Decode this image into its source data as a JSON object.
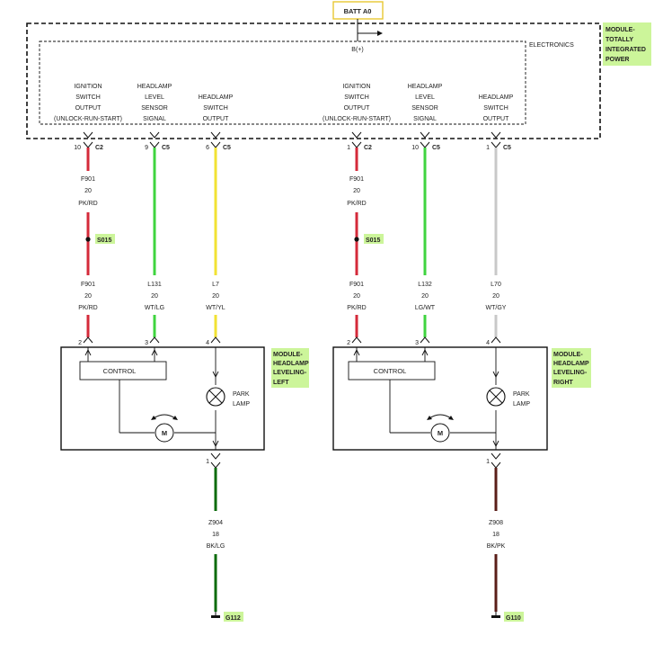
{
  "batt": "BATT A0",
  "bplus": "B(+)",
  "electronics": "ELECTRONICS",
  "module_tip": {
    "line1": "MODULE-",
    "line2": "TOTALLY",
    "line3": "INTEGRATED",
    "line4": "POWER"
  },
  "colors": {
    "red": "#d42a3a",
    "green": "#3fd43f",
    "yellow": "#f2e233",
    "gray": "#c8c8c8",
    "darkgreen": "#0b6b0b",
    "brown": "#5a1e18",
    "highlight": "#ccf59a",
    "battbox": "#e8c832",
    "black": "#111111"
  },
  "tip_signals": {
    "left": [
      {
        "l1": "IGNITION",
        "l2": "SWITCH",
        "l3": "OUTPUT",
        "l4": "(UNLOCK-RUN-START)"
      },
      {
        "l1": "HEADLAMP",
        "l2": "LEVEL",
        "l3": "SENSOR",
        "l4": "SIGNAL"
      },
      {
        "l1": "HEADLAMP",
        "l2": "SWITCH",
        "l3": "OUTPUT",
        "l4": ""
      }
    ],
    "right": [
      {
        "l1": "IGNITION",
        "l2": "SWITCH",
        "l3": "OUTPUT",
        "l4": "(UNLOCK-RUN-START)"
      },
      {
        "l1": "HEADLAMP",
        "l2": "LEVEL",
        "l3": "SENSOR",
        "l4": "SIGNAL"
      },
      {
        "l1": "HEADLAMP",
        "l2": "SWITCH",
        "l3": "OUTPUT",
        "l4": ""
      }
    ]
  },
  "connectors": {
    "left": [
      {
        "pin": "10",
        "conn": "C2"
      },
      {
        "pin": "9",
        "conn": "C5"
      },
      {
        "pin": "6",
        "conn": "C5"
      }
    ],
    "right": [
      {
        "pin": "1",
        "conn": "C2"
      },
      {
        "pin": "10",
        "conn": "C5"
      },
      {
        "pin": "1",
        "conn": "C5"
      }
    ]
  },
  "wires_upper": {
    "left": [
      {
        "circuit": "F901",
        "gauge": "20",
        "color": "PK/RD"
      }
    ],
    "right": [
      {
        "circuit": "F901",
        "gauge": "20",
        "color": "PK/RD"
      }
    ]
  },
  "splices": {
    "left": "S015",
    "right": "S015"
  },
  "wires_lower": {
    "left": [
      {
        "circuit": "F901",
        "gauge": "20",
        "color": "PK/RD"
      },
      {
        "circuit": "L131",
        "gauge": "20",
        "color": "WT/LG"
      },
      {
        "circuit": "L7",
        "gauge": "20",
        "color": "WT/YL"
      }
    ],
    "right": [
      {
        "circuit": "F901",
        "gauge": "20",
        "color": "PK/RD"
      },
      {
        "circuit": "L132",
        "gauge": "20",
        "color": "LG/WT"
      },
      {
        "circuit": "L70",
        "gauge": "20",
        "color": "WT/GY"
      }
    ]
  },
  "module_pins": {
    "left": [
      "2",
      "3",
      "4"
    ],
    "right": [
      "2",
      "3",
      "4"
    ]
  },
  "control_label": "CONTROL",
  "park_lamp": {
    "l1": "PARK",
    "l2": "LAMP"
  },
  "motor_label": "M",
  "modules": {
    "left": {
      "l1": "MODULE-",
      "l2": "HEADLAMP",
      "l3": "LEVELING-",
      "l4": "LEFT"
    },
    "right": {
      "l1": "MODULE-",
      "l2": "HEADLAMP",
      "l3": "LEVELING-",
      "l4": "RIGHT"
    }
  },
  "ground_pin": {
    "left": "1",
    "right": "1"
  },
  "ground_wires": {
    "left": {
      "circuit": "Z904",
      "gauge": "18",
      "color": "BK/LG"
    },
    "right": {
      "circuit": "Z908",
      "gauge": "18",
      "color": "BK/PK"
    }
  },
  "grounds": {
    "left": "G112",
    "right": "G110"
  }
}
